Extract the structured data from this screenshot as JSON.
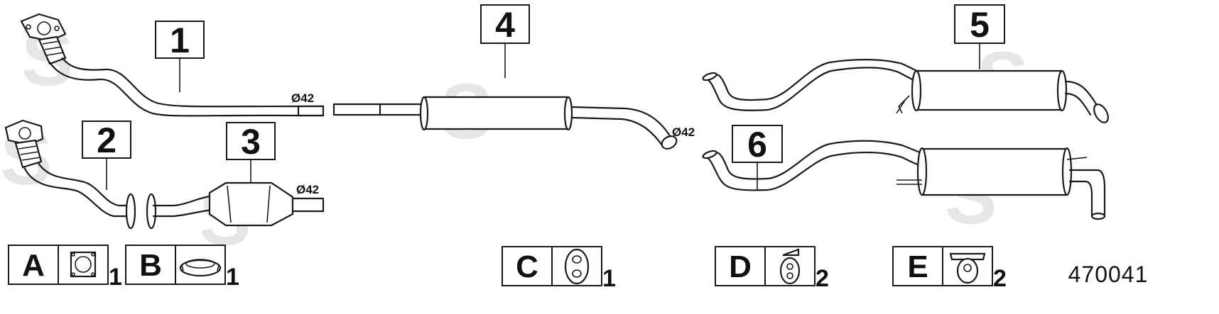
{
  "part_numbers": [
    "1",
    "2",
    "3",
    "4",
    "5",
    "6"
  ],
  "diameter_labels": {
    "part1": "Ø42",
    "part3": "Ø42",
    "part4": "Ø42"
  },
  "accessories": [
    {
      "letter": "A",
      "icon": "gasket-square-icon",
      "quantity": "1"
    },
    {
      "letter": "B",
      "icon": "sealing-ring-icon",
      "quantity": "1"
    },
    {
      "letter": "C",
      "icon": "rubber-hanger-icon",
      "quantity": "1"
    },
    {
      "letter": "D",
      "icon": "hanger-bracket-icon",
      "quantity": "2"
    },
    {
      "letter": "E",
      "icon": "hanger-clamp-icon",
      "quantity": "2"
    }
  ],
  "diagram_code": "470041",
  "watermark": "S"
}
